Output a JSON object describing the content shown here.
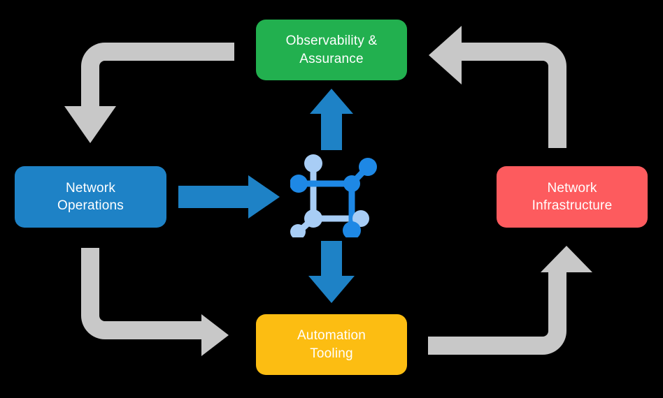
{
  "diagram": {
    "title": "Network automation lifecycle cycle diagram",
    "background_color": "#000000",
    "center_icon": {
      "name": "network-topology-icon",
      "node_colors": [
        "#1e88e5",
        "#a8cdf5"
      ],
      "link_colors": [
        "#1e88e5",
        "#a8cdf5"
      ]
    },
    "nodes": [
      {
        "id": "observability",
        "label": "Observability &\nAssurance",
        "color": "#22b04f",
        "position": "top"
      },
      {
        "id": "operations",
        "label": "Network\nOperations",
        "color": "#1e82c6",
        "position": "left"
      },
      {
        "id": "infrastructure",
        "label": "Network\nInfrastructure",
        "color": "#fd5b5e",
        "position": "right"
      },
      {
        "id": "automation",
        "label": "Automation\nTooling",
        "color": "#fcbd12",
        "position": "bottom"
      }
    ],
    "arrows": [
      {
        "id": "operations-to-center",
        "from": "operations",
        "to": "center",
        "color": "#1e82c6",
        "style": "straight",
        "direction": "right"
      },
      {
        "id": "center-to-observability",
        "from": "center",
        "to": "observability",
        "color": "#1e82c6",
        "style": "straight",
        "direction": "up"
      },
      {
        "id": "center-to-automation",
        "from": "center",
        "to": "automation",
        "color": "#1e82c6",
        "style": "straight",
        "direction": "down"
      },
      {
        "id": "observability-to-operations",
        "from": "observability",
        "to": "operations",
        "color": "#c8c8c8",
        "style": "elbow",
        "direction": "down"
      },
      {
        "id": "operations-to-automation",
        "from": "operations",
        "to": "automation",
        "color": "#c8c8c8",
        "style": "elbow",
        "direction": "right"
      },
      {
        "id": "infrastructure-to-observability",
        "from": "infrastructure",
        "to": "observability",
        "color": "#c8c8c8",
        "style": "elbow",
        "direction": "left"
      },
      {
        "id": "automation-to-infrastructure",
        "from": "automation",
        "to": "infrastructure",
        "color": "#c8c8c8",
        "style": "elbow",
        "direction": "up"
      }
    ]
  }
}
